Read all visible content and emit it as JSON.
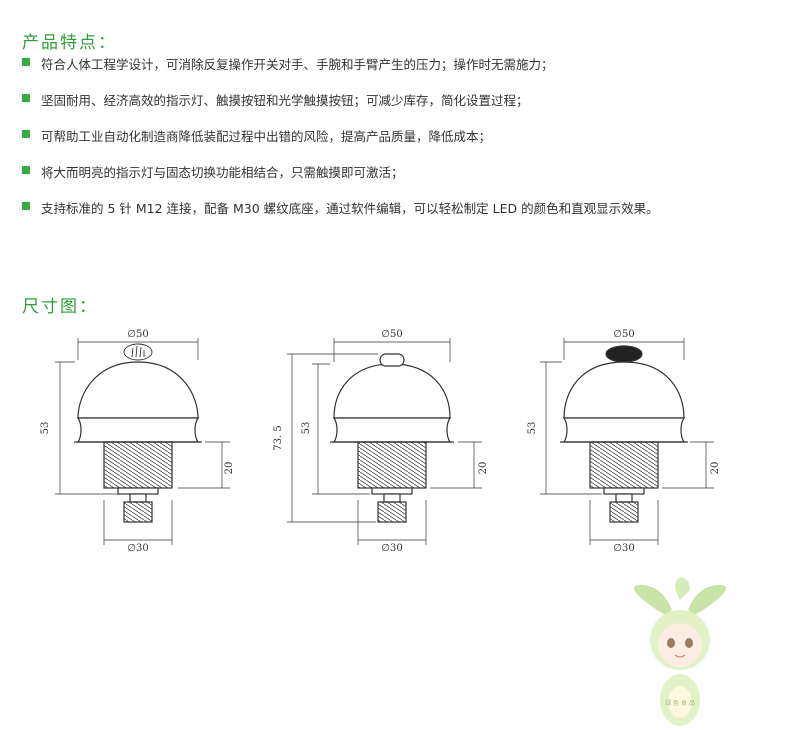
{
  "sections": {
    "features_title": "产品特点：",
    "dimensions_title": "尺寸图："
  },
  "features": [
    "符合人体工程学设计，可消除反复操作开关对手、手腕和手臂产生的压力；操作时无需施力；",
    "坚固耐用、经济高效的指示灯、触摸按钮和光学触摸按钮；可减少库存，简化设置过程；",
    "可帮助工业自动化制造商降低装配过程中出错的风险，提高产品质量，降低成本；",
    "将大而明亮的指示灯与固态切换功能相结合，只需触摸即可激活；",
    "支持标准的 5 针 M12 连接，配备 M30 螺纹底座，通过软件编辑，可以轻松制定 LED 的颜色和直观显示效果。"
  ],
  "drawings": [
    {
      "top_dia": "∅50",
      "height": "53",
      "thread_len": "20",
      "base_dia": "∅30"
    },
    {
      "top_dia": "∅50",
      "total_height": "73. 5",
      "height": "53",
      "thread_len": "20",
      "base_dia": "∅30"
    },
    {
      "top_dia": "∅50",
      "height": "53",
      "thread_len": "20",
      "base_dia": "∅30"
    }
  ],
  "mascot_text": "绿 色 食 品",
  "colors": {
    "accent": "#2e9e3c",
    "bullet": "#3aa845",
    "line": "#333333"
  }
}
